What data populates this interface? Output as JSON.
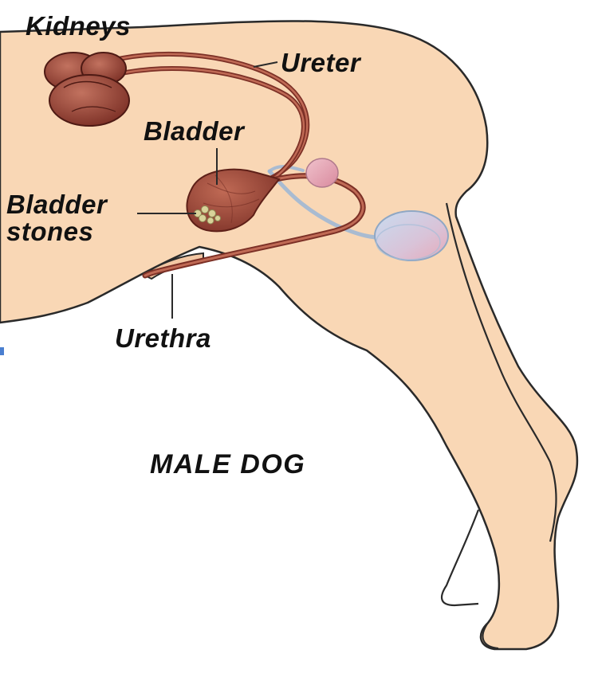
{
  "labels": {
    "kidneys": "Kidneys",
    "ureter": "Ureter",
    "bladder": "Bladder",
    "bladder_stones_line1": "Bladder",
    "bladder_stones_line2": "stones",
    "urethra": "Urethra"
  },
  "title": "MALE DOG",
  "colors": {
    "skin": "#f9d7b5",
    "outline": "#2a2a2a",
    "organ": "#8d3b2f",
    "organ_highlight": "#b45a48",
    "stones": "#c9c48a",
    "gland_pink": "#e3a8b6",
    "gland_blue": "#b9d3ea"
  }
}
